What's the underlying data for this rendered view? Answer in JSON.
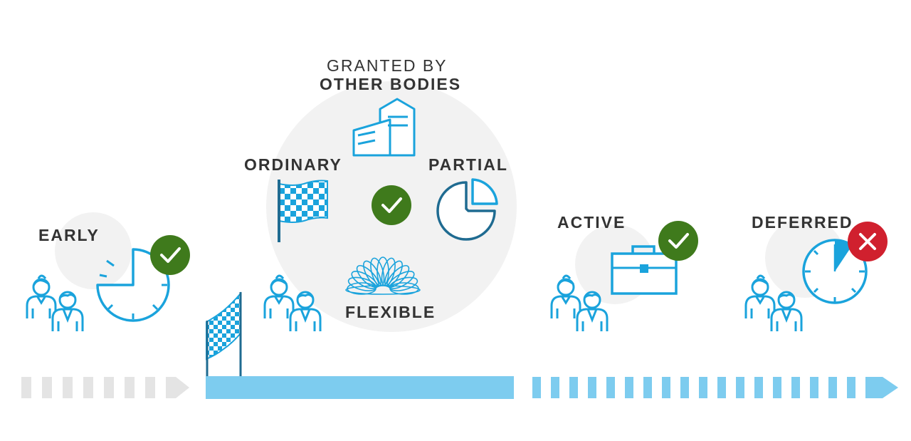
{
  "labels": {
    "early": "EARLY",
    "granted_line1": "GRANTED BY",
    "granted_line2": "OTHER BODIES",
    "ordinary": "ORDINARY",
    "partial": "PARTIAL",
    "flexible": "FLEXIBLE",
    "active": "ACTIVE",
    "deferred": "DEFERRED"
  },
  "colors": {
    "icon_blue": "#1aa3dc",
    "dark_blue": "#1f6b91",
    "bar_blue": "#7dccef",
    "bar_grey": "#e4e4e4",
    "circle_grey": "#f2f2f2",
    "check_green": "#3f7a1c",
    "cross_red": "#d0202e",
    "text": "#333333"
  },
  "icons": {
    "early": "stopwatch-three-quarters-icon",
    "granted": "office-buildings-icon",
    "ordinary": "checkered-flag-icon",
    "partial": "pie-chart-icon",
    "flexible": "flexible-spring-icon",
    "active": "briefcase-icon",
    "deferred": "stopwatch-icon",
    "status_ok": "checkmark-icon",
    "status_rejected": "cross-icon",
    "people": "people-pair-icon"
  }
}
